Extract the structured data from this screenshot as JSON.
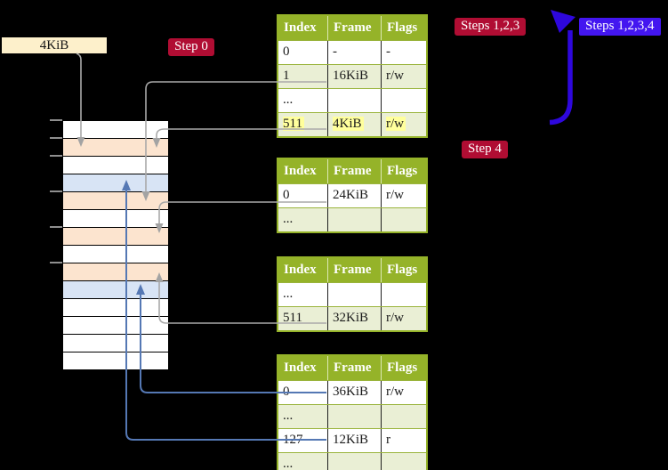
{
  "page_size_label": "4KiB",
  "badges": {
    "step0": "Step 0",
    "steps123": "Steps 1,2,3",
    "steps1234": "Steps 1,2,3,4",
    "step4": "Step 4"
  },
  "tables": [
    {
      "headers": [
        "Index",
        "Frame",
        "Flags"
      ],
      "rows": [
        {
          "cells": [
            "0",
            "-",
            "-"
          ]
        },
        {
          "cells": [
            "1",
            "16KiB",
            "r/w"
          ]
        },
        {
          "cells": [
            "...",
            "",
            ""
          ]
        },
        {
          "cells": [
            "511",
            "4KiB",
            "r/w"
          ],
          "highlighted": true
        }
      ]
    },
    {
      "headers": [
        "Index",
        "Frame",
        "Flags"
      ],
      "rows": [
        {
          "cells": [
            "0",
            "24KiB",
            "r/w"
          ]
        },
        {
          "cells": [
            "...",
            "",
            ""
          ]
        }
      ]
    },
    {
      "headers": [
        "Index",
        "Frame",
        "Flags"
      ],
      "rows": [
        {
          "cells": [
            "...",
            "",
            ""
          ]
        },
        {
          "cells": [
            "511",
            "32KiB",
            "r/w"
          ]
        }
      ]
    },
    {
      "headers": [
        "Index",
        "Frame",
        "Flags"
      ],
      "rows": [
        {
          "cells": [
            "0",
            "36KiB",
            "r/w"
          ]
        },
        {
          "cells": [
            "...",
            "",
            ""
          ]
        },
        {
          "cells": [
            "127",
            "12KiB",
            "r"
          ]
        },
        {
          "cells": [
            "...",
            "",
            ""
          ]
        }
      ]
    }
  ],
  "memory_stack": {
    "row_colors": [
      "#ffffff",
      "#fce4cf",
      "#ffffff",
      "#d8e4f5",
      "#fce4cf",
      "#ffffff",
      "#fce4cf",
      "#ffffff",
      "#fce4cf",
      "#d8e4f5",
      "#ffffff",
      "#ffffff",
      "#ffffff",
      "#ffffff"
    ]
  },
  "colors": {
    "background": "#000000",
    "table_header_green": "#95b329",
    "table_row_green": "#eaefd5",
    "highlight_yellow": "#ffff9c",
    "badge_crimson": "#b00d33",
    "badge_blue": "#4316f0",
    "big_arrow_blue": "#2e07dd",
    "small_arrow_blue": "#5578b4",
    "arrow_gray": "#a9a9a9",
    "label_cream": "#fdf0cb",
    "stack_peach": "#fce4cf",
    "stack_blue": "#d8e4f5"
  }
}
